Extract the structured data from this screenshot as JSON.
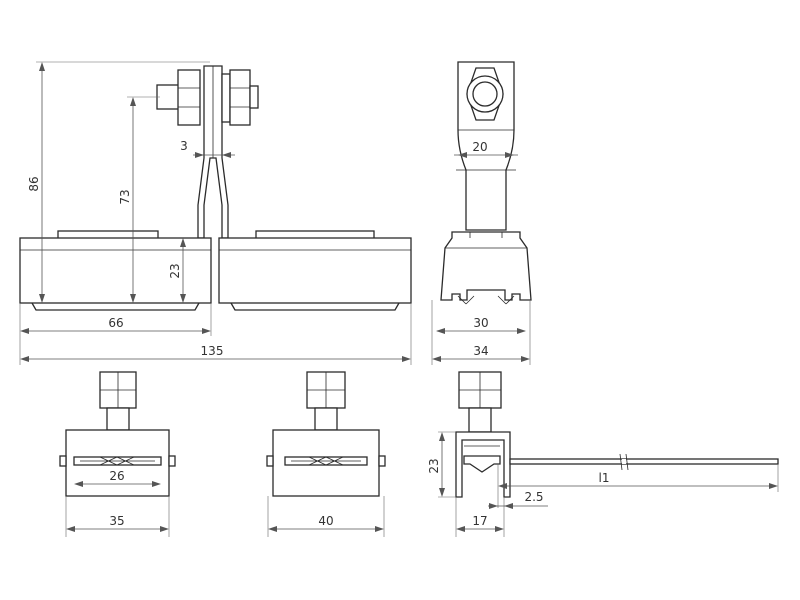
{
  "dimensions": {
    "height_total": "86",
    "height_bolt": "73",
    "height_block": "23",
    "thickness_strap": "3",
    "width_half": "66",
    "width_total": "135",
    "width_strap": "20",
    "width_inner": "30",
    "width_outer": "34",
    "width_slot_a": "26",
    "width_block_a": "35",
    "width_block_b": "40",
    "height_side": "23",
    "length_l1": "l1",
    "offset_small": "2.5",
    "width_side": "17"
  }
}
